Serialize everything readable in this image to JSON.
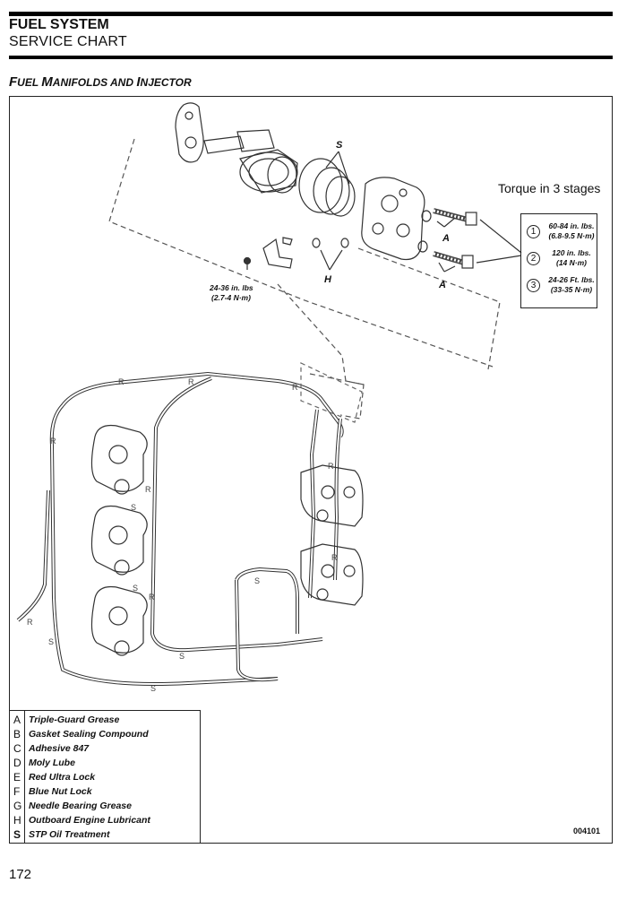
{
  "header": {
    "title": "FUEL SYSTEM",
    "subtitle": "SERVICE CHART"
  },
  "section": {
    "f": "F",
    "uel": "UEL ",
    "m": "M",
    "anifolds": "ANIFOLDS AND ",
    "i": "I",
    "njector": "NJECTOR"
  },
  "torque": {
    "title": "Torque in 3 stages",
    "stages": [
      {
        "num": "1",
        "line1": "60-84 in. lbs.",
        "line2": "(6.8-9.5 N·m)"
      },
      {
        "num": "2",
        "line1": "120 in. lbs.",
        "line2": "(14 N·m)"
      },
      {
        "num": "3",
        "line1": "24-26 Ft. lbs.",
        "line2": "(33-35 N·m)"
      }
    ]
  },
  "callouts": {
    "s": "S",
    "a1": "A",
    "a2": "A",
    "h": "H",
    "torque_small_1": "24-36 in. lbs",
    "torque_small_2": "(2.7-4 N·m)",
    "r": "R"
  },
  "legend": [
    {
      "letter": "A",
      "text": "Triple-Guard Grease"
    },
    {
      "letter": "B",
      "text": "Gasket Sealing Compound"
    },
    {
      "letter": "C",
      "text": "Adhesive 847"
    },
    {
      "letter": "D",
      "text": "Moly Lube"
    },
    {
      "letter": "E",
      "text": "Red Ultra Lock"
    },
    {
      "letter": "F",
      "text": "Blue Nut Lock"
    },
    {
      "letter": "G",
      "text": "Needle Bearing Grease"
    },
    {
      "letter": "H",
      "text": "Outboard Engine Lubricant"
    },
    {
      "letter": "S",
      "text": "STP Oil Treatment"
    }
  ],
  "figure_number": "004101",
  "page_number": "172"
}
